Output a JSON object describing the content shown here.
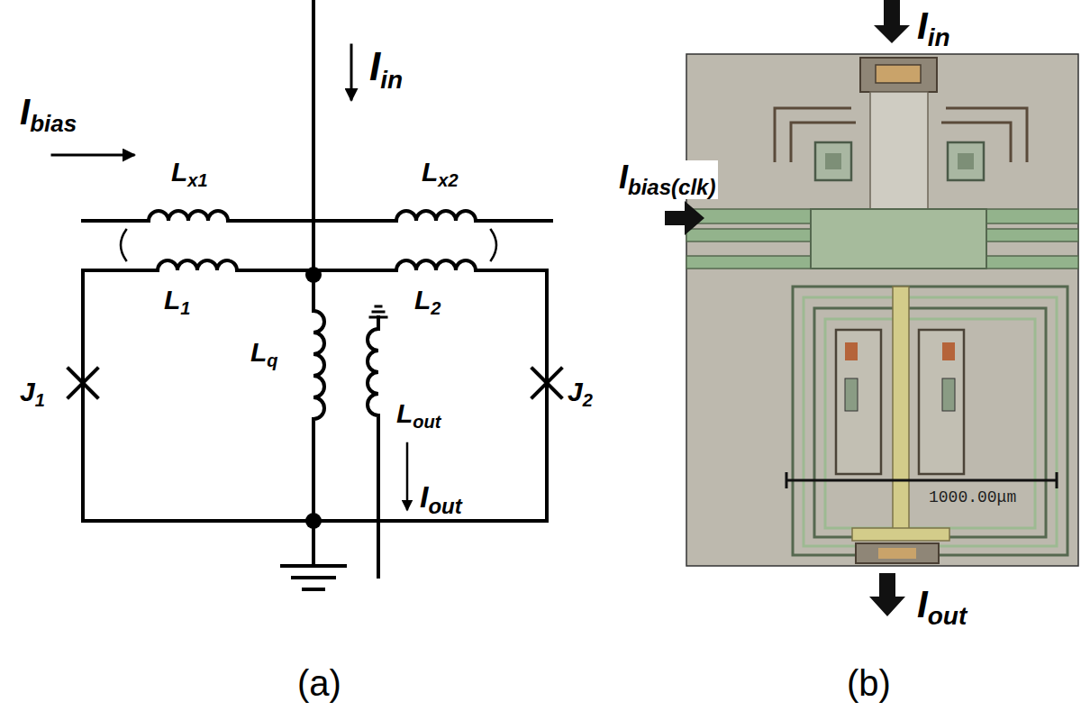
{
  "diagram": {
    "labels": [
      "Iin",
      "Ibias",
      "Lx1",
      "Lx2",
      "L1",
      "L2",
      "J1",
      "Lq",
      "Lout",
      "J2",
      "Iout",
      "(a)",
      "Iin",
      "Ibias(clk)",
      "1000.00μm",
      "Iout",
      "(b)"
    ]
  }
}
